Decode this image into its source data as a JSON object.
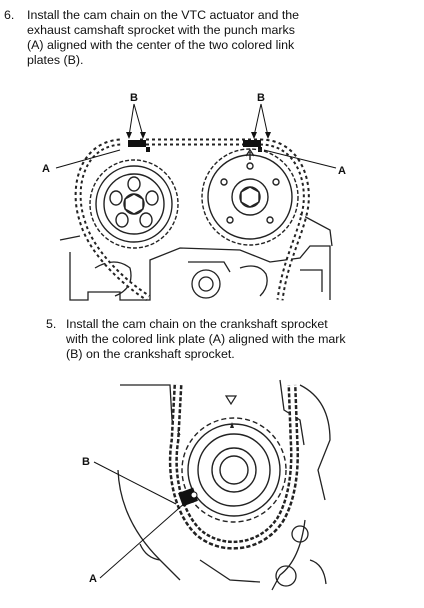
{
  "step6": {
    "number": "6.",
    "lines": [
      "Install the cam chain on the VTC actuator and the",
      "exhaust camshaft sprocket with the punch marks",
      "(A) aligned with the center of the two colored link",
      "plates (B)."
    ]
  },
  "step5": {
    "number": "5.",
    "lines": [
      "Install the cam chain on the crankshaft sprocket",
      "with the colored link plate (A) aligned with the mark",
      "(B) on the crankshaft sprocket."
    ]
  },
  "figure_top": {
    "callouts": {
      "b_left": "B",
      "b_right": "B",
      "a_left": "A",
      "a_right": "A"
    }
  },
  "figure_bottom": {
    "callouts": {
      "b": "B",
      "a": "A"
    }
  }
}
